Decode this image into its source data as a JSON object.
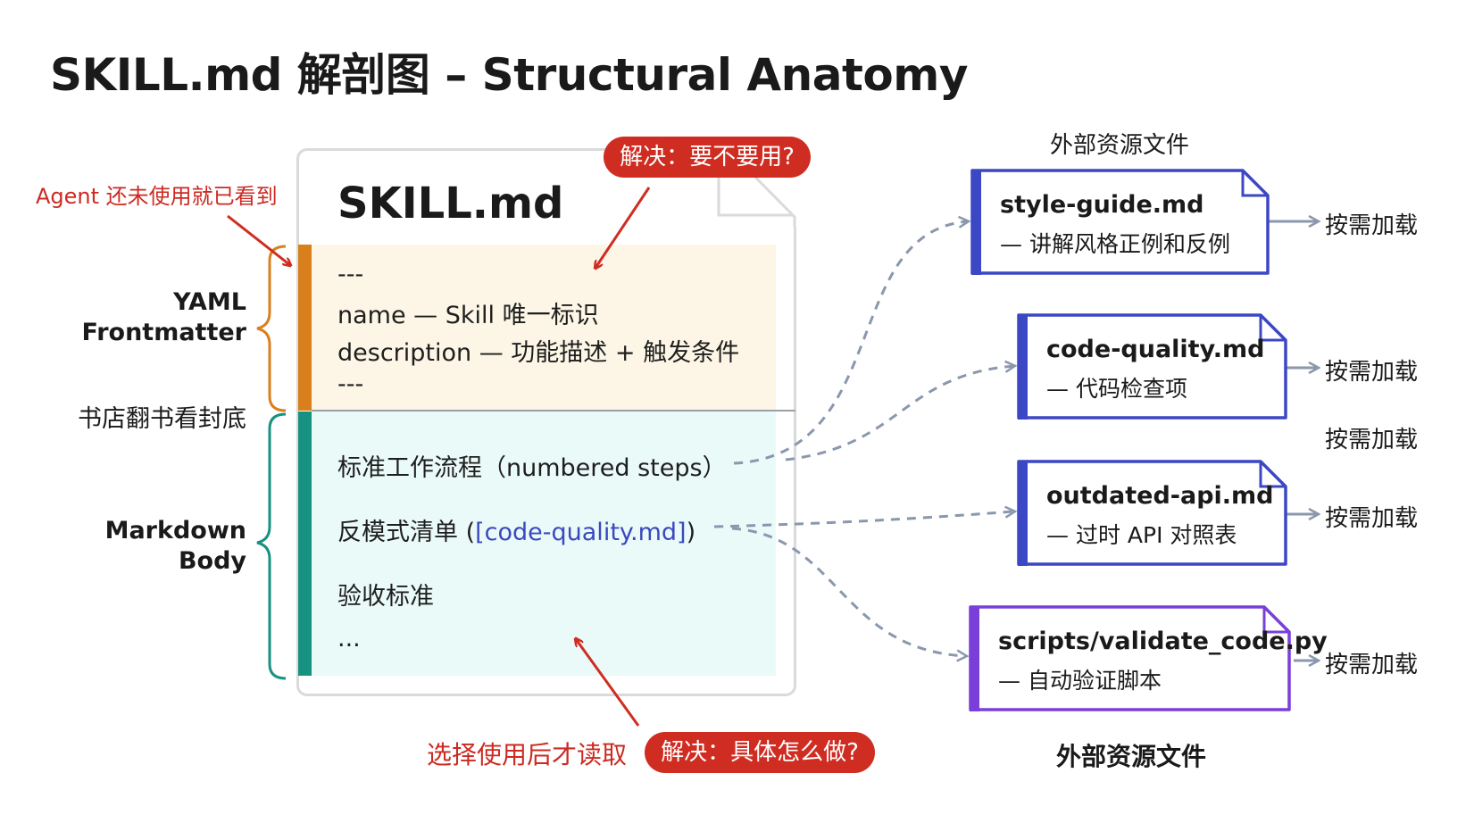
{
  "title": "SKILL.md 解剖图 – Structural Anatomy",
  "main_file": {
    "filename": "SKILL.md",
    "yaml_lines": [
      "---",
      "name — Skill 唯一标识",
      "description — 功能描述 + 触发条件",
      "---"
    ],
    "body": {
      "workflow": "标准工作流程（numbered steps）",
      "anti_pattern_prefix": "反模式清单 (",
      "anti_pattern_link": "[code-quality.md]",
      "anti_pattern_suffix": ")",
      "acceptance": "验收标准",
      "ellipsis": "..."
    }
  },
  "left_labels": {
    "yaml_line1": "YAML",
    "yaml_line2": "Frontmatter",
    "bookstore": "书店翻书看封底",
    "markdown_line1": "Markdown",
    "markdown_line2": "Body",
    "agent_note": "Agent 还未使用就已看到",
    "choose_note": "选择使用后才读取"
  },
  "pills": {
    "top": "解决：要不要用?",
    "bottom": "解决：具体怎么做?"
  },
  "right_captions": {
    "top": "外部资源文件",
    "bottom": "外部资源文件"
  },
  "resources": [
    {
      "name": "style-guide.md",
      "desc": "— 讲解风格正例和反例",
      "load": "按需加载"
    },
    {
      "name": "code-quality.md",
      "desc": "— 代码检查项",
      "load": "按需加载"
    },
    {
      "name": "outdated-api.md",
      "desc": "— 过时 API 对照表",
      "load": "按需加载"
    },
    {
      "name": "scripts/validate_code.py",
      "desc": "— 自动验证脚本",
      "load": "按需加载"
    }
  ],
  "extra_load_label": "按需加载",
  "colors": {
    "yaml_accent": "#d9801d",
    "body_accent": "#179281",
    "alert_red": "#cf2d22",
    "resource_blue": "#3b47c4",
    "resource_purple": "#7a3fd8",
    "connector_gray": "#8a97ad"
  }
}
